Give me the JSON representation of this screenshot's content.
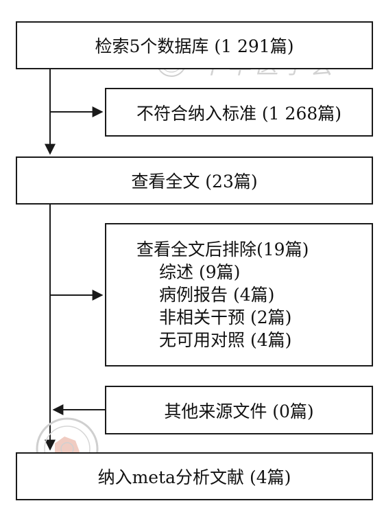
{
  "flow": {
    "search": "检索5个数据库 (1 291篇)",
    "excluded": "不符合纳入标准 (1 268篇)",
    "fulltext": "查看全文 (23篇)",
    "fulltext_excluded": {
      "title": "查看全文后排除(19篇)",
      "items": [
        "综述 (9篇)",
        "病例报告 (4篇)",
        "非相关干预 (2篇)",
        "无可用对照 (4篇)"
      ]
    },
    "other_sources": "其他来源文件 (0篇)",
    "final": "纳入meta分析文献 (4篇)"
  },
  "watermark": {
    "top_text": "中华医学会"
  },
  "colors": {
    "line": "#1a1a1a",
    "watermark": "#c9c9c9",
    "seal_red": "#e9b7a8"
  }
}
